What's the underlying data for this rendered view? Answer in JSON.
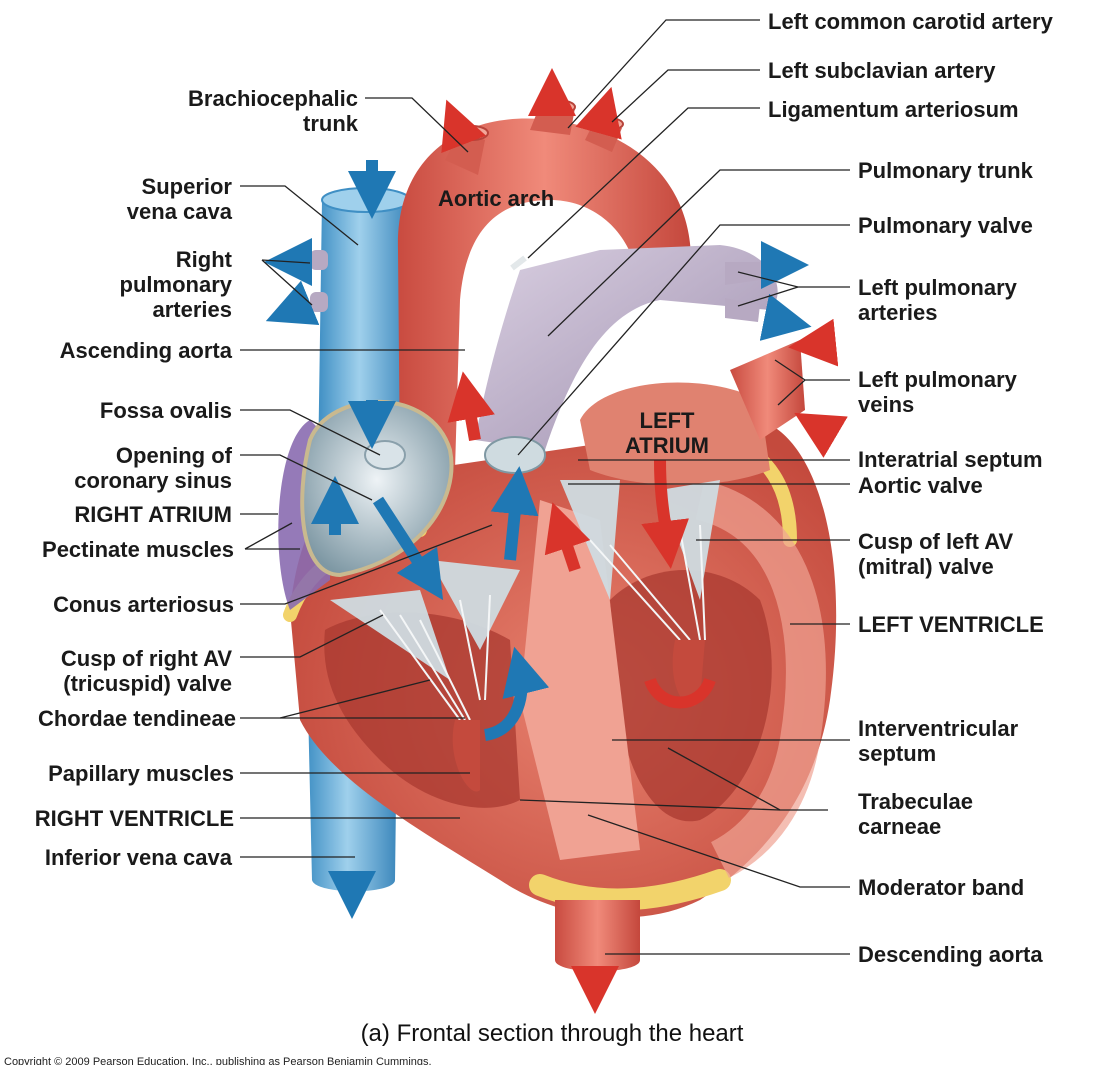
{
  "labels_left": [
    {
      "id": "brachiocephalic-trunk",
      "text": "Brachiocephalic\ntrunk"
    },
    {
      "id": "superior-vena-cava",
      "text": "Superior\nvena cava"
    },
    {
      "id": "right-pulmonary-arteries",
      "text": "Right\npulmonary\narteries"
    },
    {
      "id": "ascending-aorta",
      "text": "Ascending aorta"
    },
    {
      "id": "fossa-ovalis",
      "text": "Fossa ovalis"
    },
    {
      "id": "opening-of-coronary-sinus",
      "text": "Opening of\ncoronary sinus"
    },
    {
      "id": "right-atrium",
      "text": "RIGHT ATRIUM"
    },
    {
      "id": "pectinate-muscles",
      "text": "Pectinate muscles"
    },
    {
      "id": "conus-arteriosus",
      "text": "Conus arteriosus"
    },
    {
      "id": "cusp-of-right-av-valve",
      "text": "Cusp of right AV\n(tricuspid) valve"
    },
    {
      "id": "chordae-tendineae",
      "text": "Chordae tendineae"
    },
    {
      "id": "papillary-muscles",
      "text": "Papillary muscles"
    },
    {
      "id": "right-ventricle",
      "text": "RIGHT VENTRICLE"
    },
    {
      "id": "inferior-vena-cava",
      "text": "Inferior vena cava"
    }
  ],
  "labels_right": [
    {
      "id": "left-common-carotid-artery",
      "text": "Left common carotid artery"
    },
    {
      "id": "left-subclavian-artery",
      "text": "Left subclavian artery"
    },
    {
      "id": "ligamentum-arteriosum",
      "text": "Ligamentum arteriosum"
    },
    {
      "id": "pulmonary-trunk",
      "text": "Pulmonary trunk"
    },
    {
      "id": "pulmonary-valve",
      "text": "Pulmonary valve"
    },
    {
      "id": "left-pulmonary-arteries",
      "text": "Left pulmonary\narteries"
    },
    {
      "id": "left-pulmonary-veins",
      "text": "Left pulmonary\nveins"
    },
    {
      "id": "interatrial-septum",
      "text": "Interatrial septum"
    },
    {
      "id": "aortic-valve",
      "text": "Aortic valve"
    },
    {
      "id": "cusp-of-left-av-valve",
      "text": "Cusp of left AV\n(mitral) valve"
    },
    {
      "id": "left-ventricle",
      "text": "LEFT VENTRICLE"
    },
    {
      "id": "interventricular-septum",
      "text": "Interventricular\nseptum"
    },
    {
      "id": "trabeculae-carneae",
      "text": "Trabeculae\ncarneae"
    },
    {
      "id": "moderator-band",
      "text": "Moderator band"
    },
    {
      "id": "descending-aorta",
      "text": "Descending aorta"
    }
  ],
  "inner_labels": {
    "aortic_arch": "Aortic arch",
    "left_atrium": "LEFT\nATRIUM"
  },
  "caption": "(a) Frontal section through the heart",
  "copyright": "Copyright © 2009 Pearson Education, Inc., publishing as Pearson Benjamin Cummings.",
  "colors": {
    "oxygenated_arrow": "#d9342b",
    "deoxygenated_arrow": "#1f78b4",
    "vena_cava": "#5ea9d4",
    "heart_muscle": "#d9594a",
    "pulmonary_trunk": "#b7a9c2",
    "fat": "#f2d36b",
    "right_atrium_wall": "#8a6bb0",
    "valve": "#cfdbe0"
  }
}
